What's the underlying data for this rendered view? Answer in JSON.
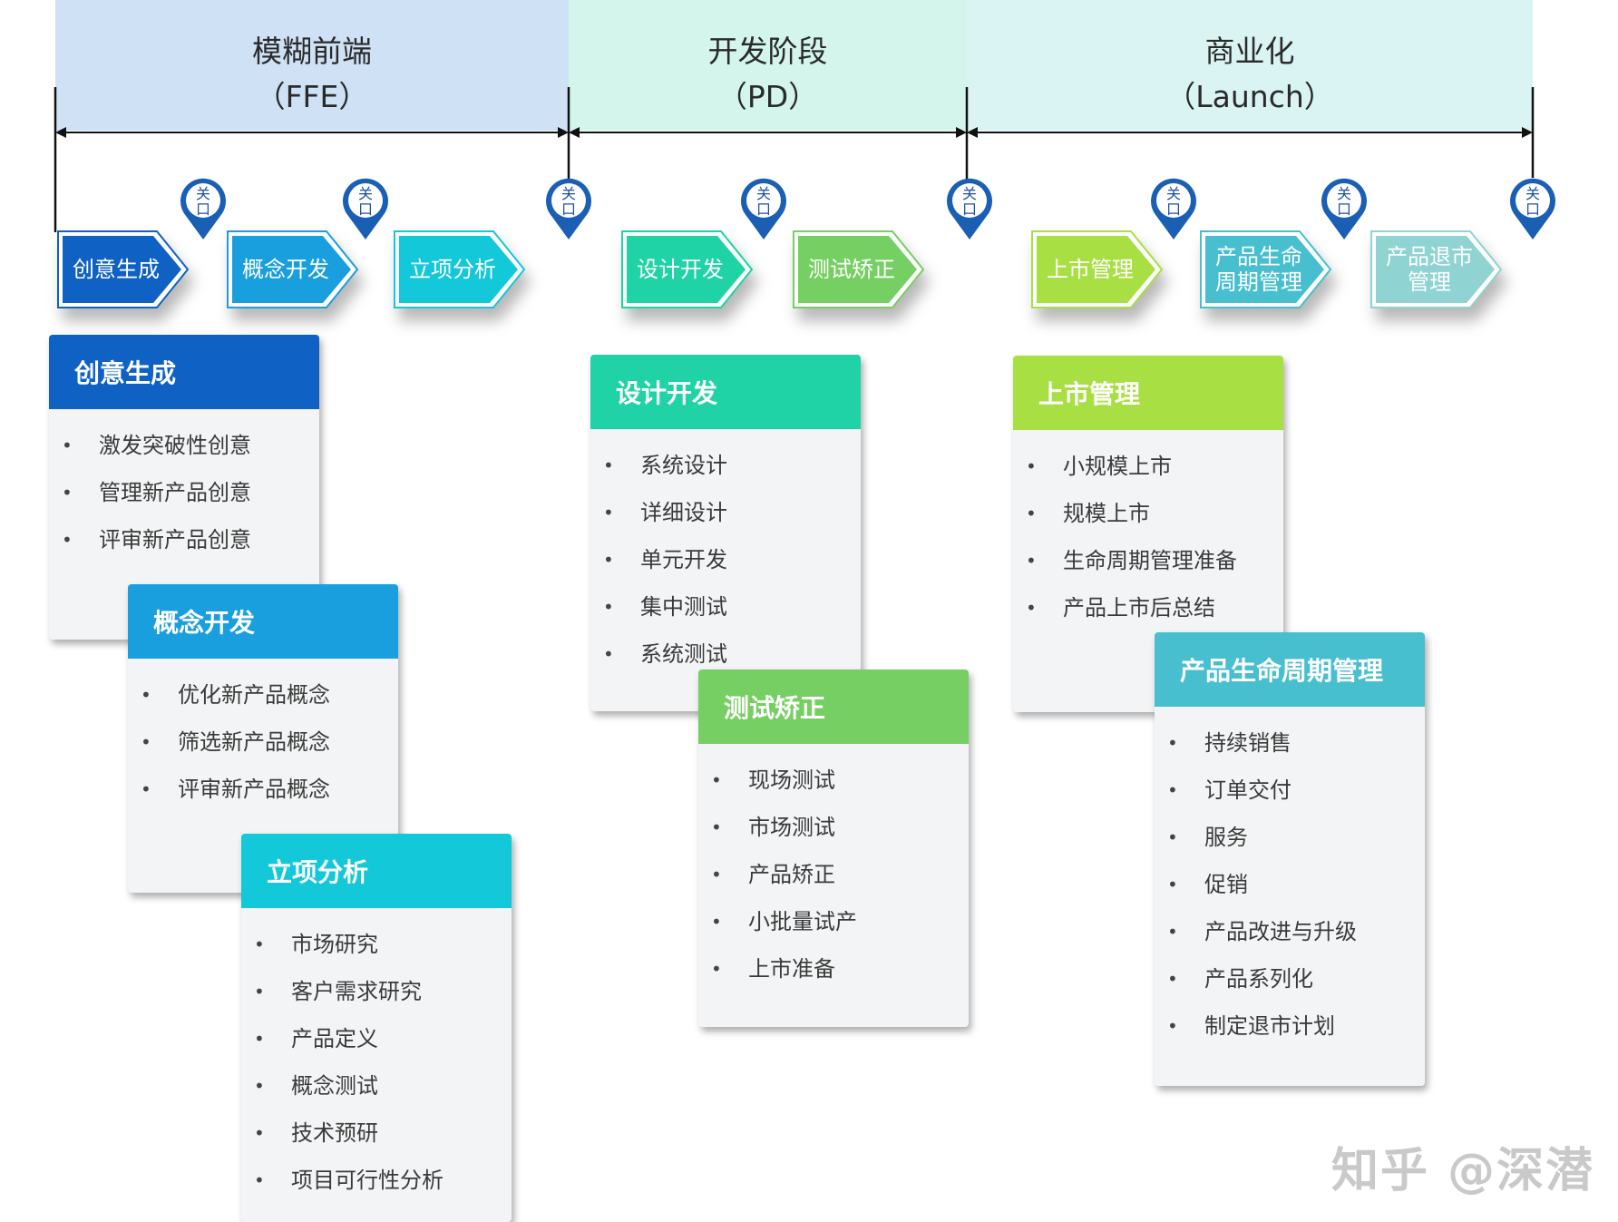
{
  "phases": [
    {
      "title": "模糊前端",
      "subtitle": "（FFE）"
    },
    {
      "title": "开发阶段",
      "subtitle": "（PD）"
    },
    {
      "title": "商业化",
      "subtitle": "（Launch）"
    }
  ],
  "gate_label": [
    "关",
    "口"
  ],
  "steps": [
    {
      "label": "创意生成",
      "color": "#0f62c4"
    },
    {
      "label": "概念开发",
      "color": "#1a9fde"
    },
    {
      "label": "立项分析",
      "color": "#12c8d9"
    },
    {
      "label": "设计开发",
      "color": "#1fd3a6"
    },
    {
      "label": "测试矫正",
      "color": "#76cf62"
    },
    {
      "label": "上市管理",
      "color": "#a8e044"
    },
    {
      "label": "产品生命周期管理",
      "color": "#47bfcf"
    },
    {
      "label": "产品退市管理",
      "color": "#8fd3d3"
    }
  ],
  "cards": [
    {
      "title": "创意生成",
      "color": "#0f62c4",
      "items": [
        "激发突破性创意",
        "管理新产品创意",
        "评审新产品创意"
      ]
    },
    {
      "title": "概念开发",
      "color": "#1a9fde",
      "items": [
        "优化新产品概念",
        "筛选新产品概念",
        "评审新产品概念"
      ]
    },
    {
      "title": "立项分析",
      "color": "#12c8d9",
      "items": [
        "市场研究",
        "客户需求研究",
        "产品定义",
        "概念测试",
        "技术预研",
        "项目可行性分析"
      ]
    },
    {
      "title": "设计开发",
      "color": "#1fd3a6",
      "items": [
        "系统设计",
        "详细设计",
        "单元开发",
        "集中测试",
        "系统测试"
      ]
    },
    {
      "title": "测试矫正",
      "color": "#76cf62",
      "items": [
        "现场测试",
        "市场测试",
        "产品矫正",
        "小批量试产",
        "上市准备"
      ]
    },
    {
      "title": "上市管理",
      "color": "#a8e044",
      "items": [
        "小规模上市",
        "规模上市",
        "生命周期管理准备",
        "产品上市后总结"
      ]
    },
    {
      "title": "产品生命周期管理",
      "color": "#47bfcf",
      "items": [
        "持续销售",
        "订单交付",
        "服务",
        "促销",
        "产品改进与升级",
        "产品系列化",
        "制定退市计划"
      ]
    }
  ],
  "watermark": "知乎 @深潜"
}
